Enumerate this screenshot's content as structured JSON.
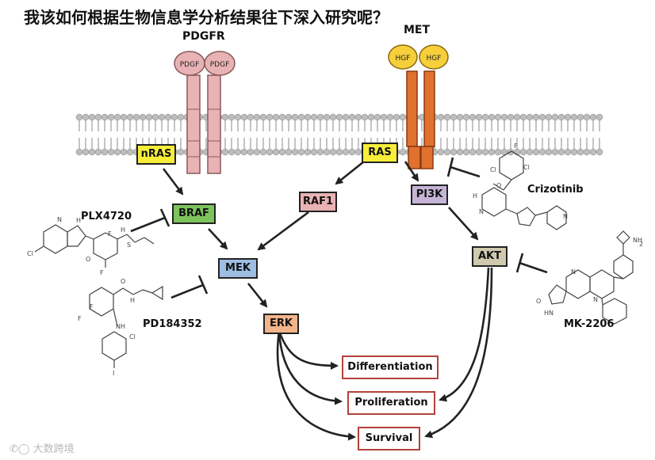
{
  "title": "我该如何根据生物信息学分析结果往下深入研究呢？",
  "receptors": {
    "pdgfr": {
      "name": "PDGFR",
      "ligand": "PDGF"
    },
    "met": {
      "name": "MET",
      "ligand": "HGF"
    }
  },
  "nodes": {
    "nras": "nRAS",
    "ras": "RAS",
    "braf": "BRAF",
    "raf1": "RAF1",
    "pi3k": "PI3K",
    "mek": "MEK",
    "akt": "AKT",
    "erk": "ERK"
  },
  "outcomes": {
    "differentiation": "Differentiation",
    "proliferation": "Proliferation",
    "survival": "Survival"
  },
  "inhibitors": {
    "plx": "PLX4720",
    "pd": "PD184352",
    "crizotinib": "Crizotinib",
    "mk": "MK-2206"
  },
  "colors": {
    "nras": "#f7ee3a",
    "ras": "#f7ee3a",
    "braf": "#7cc35c",
    "raf1": "#e9b2b4",
    "pi3k": "#c5b4d6",
    "mek": "#9dbde2",
    "akt": "#cfc9ad",
    "erk": "#f2b48a",
    "pdgf": "#e9b2b4",
    "hgf": "#f6cf3a",
    "met_receptor": "#e0712e",
    "membrane": "#bdbdbd"
  },
  "watermark": "大数跨境"
}
